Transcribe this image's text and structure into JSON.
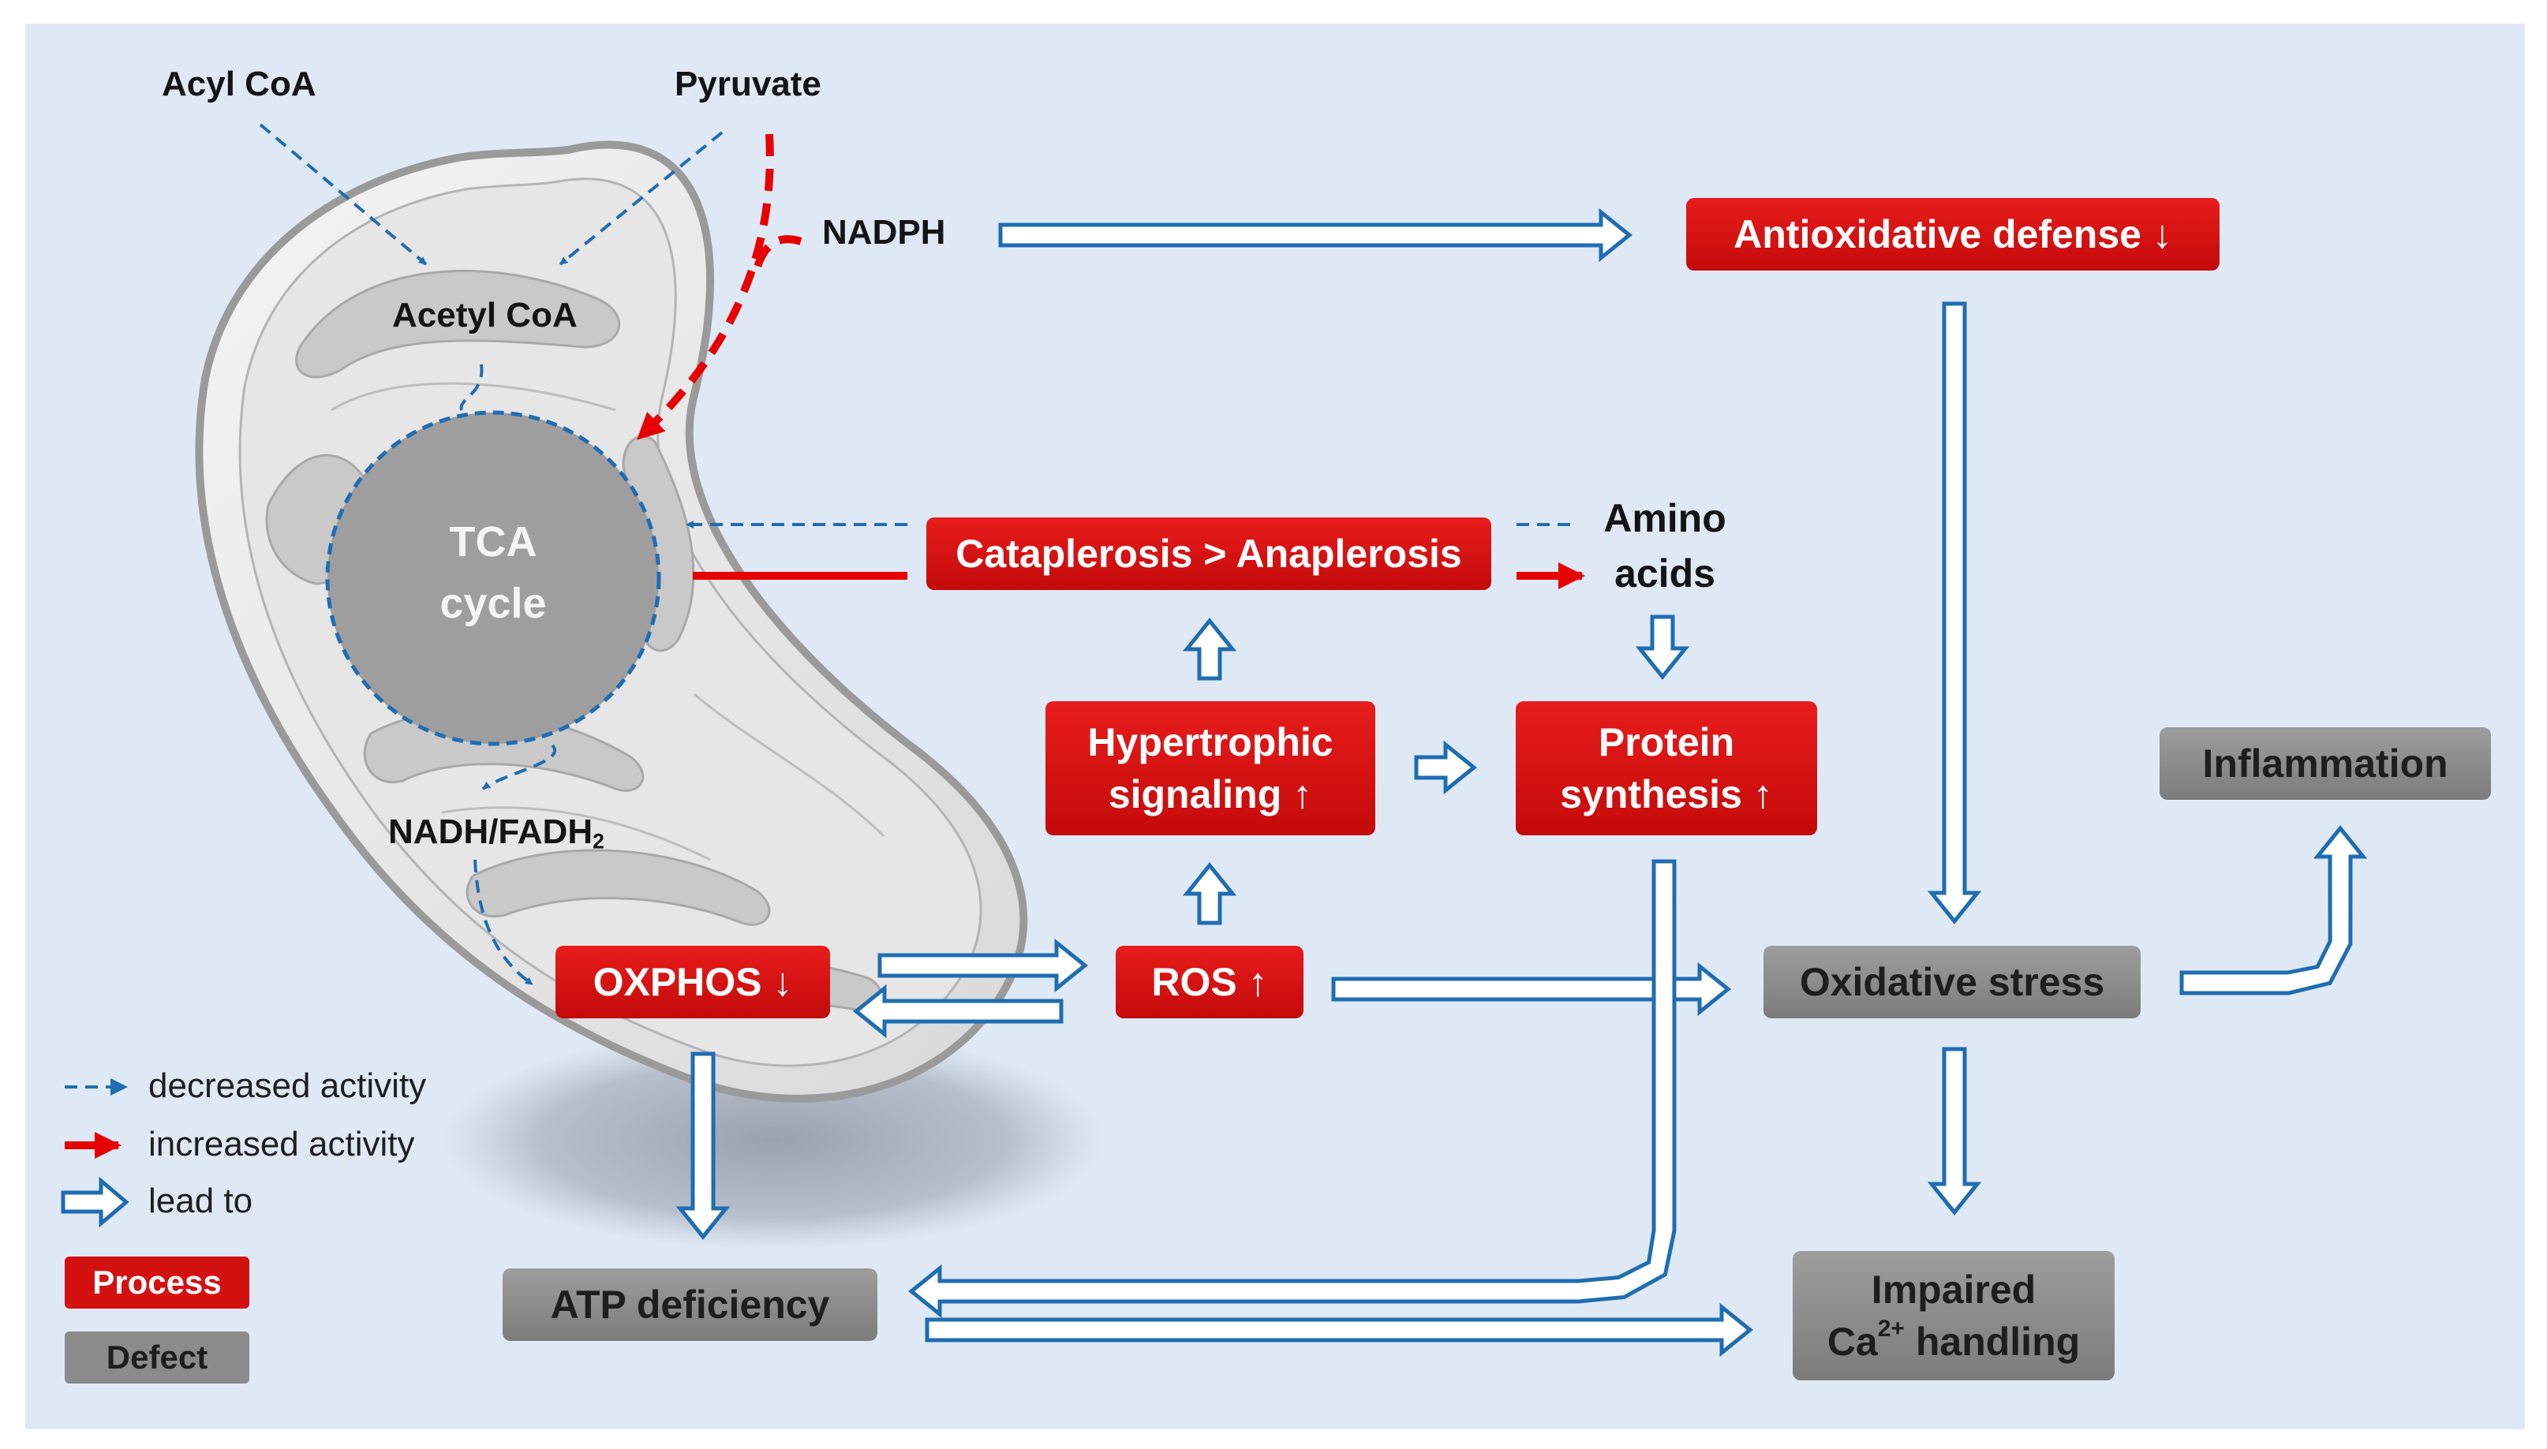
{
  "colors": {
    "background": "#dfe9f6",
    "process": "#d41111",
    "defect": "#8b8b8b",
    "increased_activity": "#e60000",
    "decreased_activity": "#1f6db3",
    "lead_to": "#1f6db3"
  },
  "labels": {
    "acyl_coa": "Acyl CoA",
    "pyruvate": "Pyruvate",
    "nadph": "NADPH",
    "acetyl_coa": "Acetyl CoA",
    "tca_line1": "TCA",
    "tca_line2": "cycle",
    "nadh_fadh": "NADH/FADH",
    "nadh_fadh_sub": "2",
    "amino_line1": "Amino",
    "amino_line2": "acids"
  },
  "nodes": {
    "antioxidative": "Antioxidative defense ↓",
    "cataplerosis": "Cataplerosis > Anaplerosis",
    "hypertrophic_line1": "Hypertrophic",
    "hypertrophic_line2": "signaling ↑",
    "protein_line1": "Protein",
    "protein_line2": "synthesis ↑",
    "oxphos": "OXPHOS ↓",
    "ros": "ROS ↑",
    "oxidative_stress": "Oxidative stress",
    "inflammation": "Inflammation",
    "atp": "ATP deficiency",
    "calcium_line1": "Impaired",
    "calcium_line2_pre": "Ca",
    "calcium_line2_sup": "2+",
    "calcium_line2_post": " handling"
  },
  "legend": {
    "decreased": "decreased activity",
    "increased": "increased activity",
    "lead": "lead to",
    "process": "Process",
    "defect": "Defect"
  },
  "icons": {
    "decreased": "dashed-arrow-icon",
    "increased": "red-arrow-icon",
    "lead": "hollow-arrow-icon"
  }
}
